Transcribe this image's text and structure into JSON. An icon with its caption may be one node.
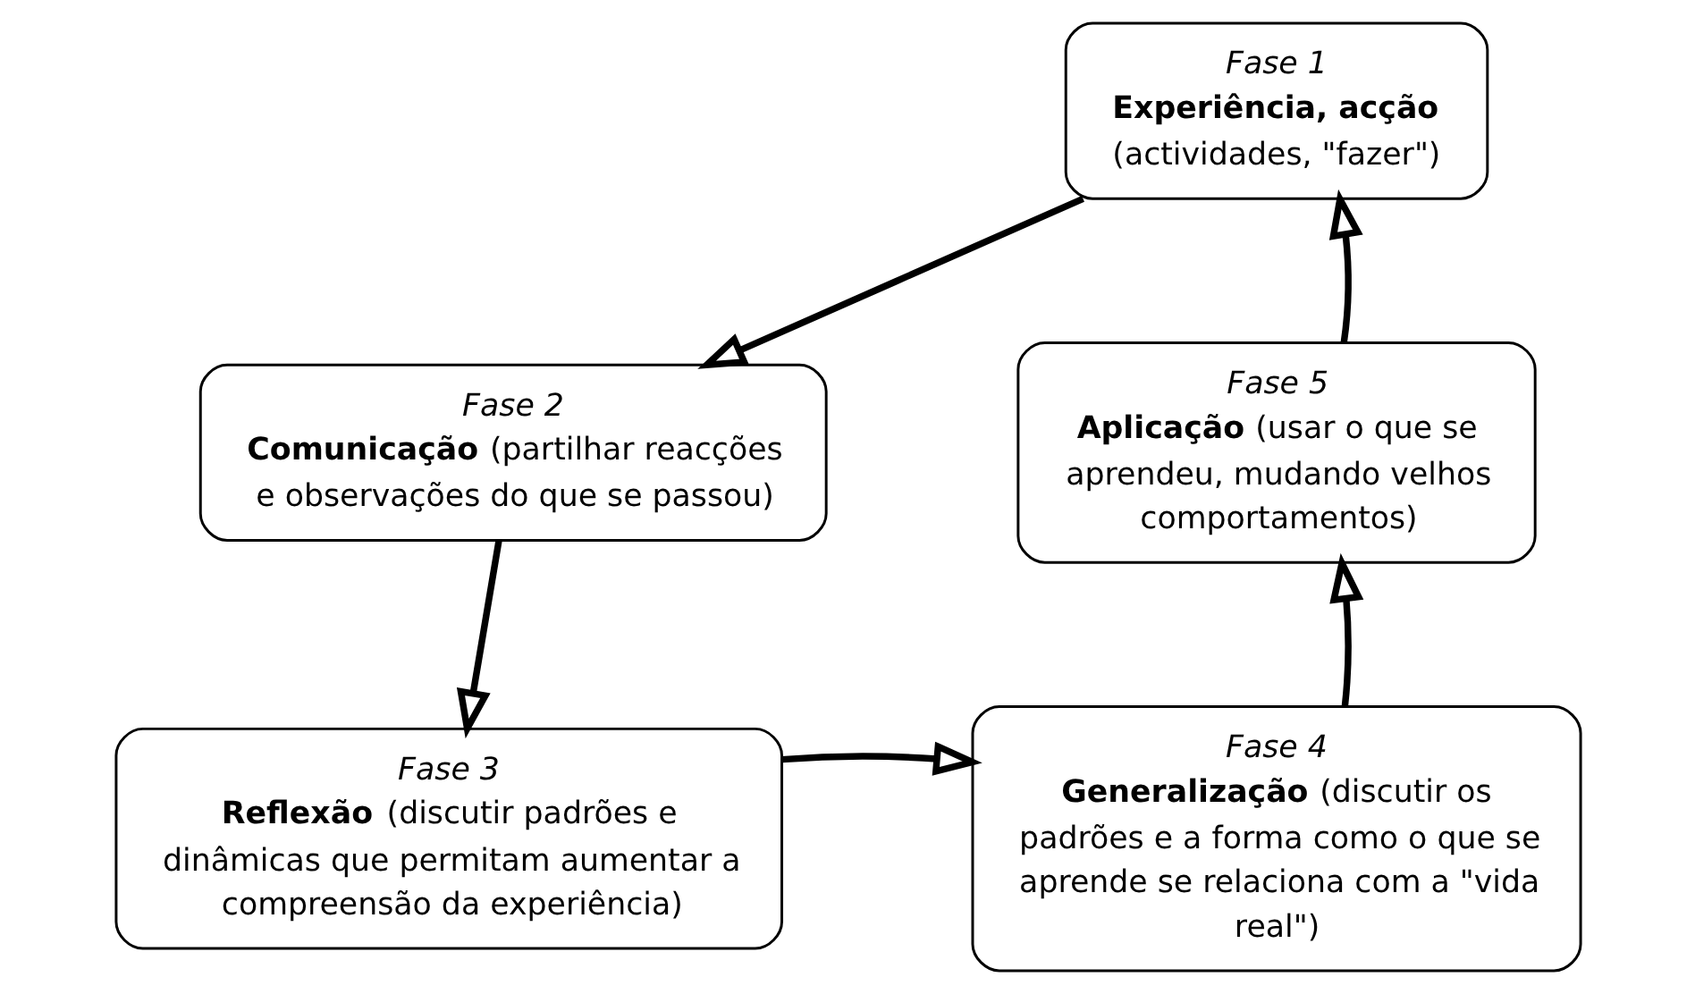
{
  "diagram": {
    "nodes": [
      {
        "text": [
          "Fase 1",
          "Experiência, acção",
          "(actividades, \"fazer\")"
        ]
      },
      {
        "text": [
          "Fase 2",
          "**Comunicação** (partilhar reacções e observações do que se passou)"
        ]
      },
      {
        "text": [
          "Fase 3",
          "**Reflexão** (discutir padrões e dinâmicas que permitam aumentar a compreensão da experiência)"
        ]
      },
      {
        "text": [
          "Fase 4",
          "**Generalização** (discutir os padrões e a forma como o que se aprende se relaciona com a \"vida real\")"
        ]
      },
      {
        "text": [
          "Fase 5",
          "**Aplicação** (usar o que se aprendeu, mudando velhos comportamentos)"
        ]
      }
    ],
    "edges": [
      {
        "from": 0,
        "to": 1,
        "arrow": "to"
      },
      {
        "from": 1,
        "to": 2,
        "arrow": "to"
      },
      {
        "from": 2,
        "to": 3,
        "arrow": "to"
      },
      {
        "from": 3,
        "to": 4,
        "arrow": "to"
      },
      {
        "from": 4,
        "to": 0,
        "arrow": "to"
      }
    ]
  }
}
